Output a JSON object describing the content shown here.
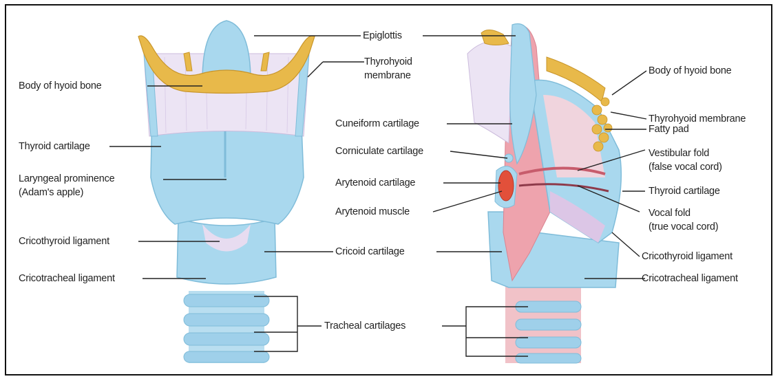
{
  "labels": {
    "epiglottis": "Epiglottis",
    "thyrohyoid_front_1": "Thyrohyoid",
    "thyrohyoid_front_2": "membrane",
    "body_hyoid_left": "Body of hyoid bone",
    "thyroid_cartilage_left": "Thyroid cartilage",
    "laryngeal_prominence_1": "Laryngeal prominence",
    "laryngeal_prominence_2": "(Adam's apple)",
    "cricothyroid_left": "Cricothyroid ligament",
    "cricotracheal_left": "Cricotracheal ligament",
    "cuneiform": "Cuneiform cartilage",
    "corniculate": "Corniculate cartilage",
    "arytenoid_cartilage": "Arytenoid cartilage",
    "arytenoid_muscle": "Arytenoid muscle",
    "cricoid": "Cricoid cartilage",
    "tracheal": "Tracheal cartilages",
    "body_hyoid_right": "Body of hyoid bone",
    "thyrohyoid_right": "Thyrohyoid membrane",
    "fatty_pad": "Fatty pad",
    "vestibular_1": "Vestibular fold",
    "vestibular_2": "(false vocal cord)",
    "thyroid_cartilage_right": "Thyroid cartilage",
    "vocal_fold_1": "Vocal fold",
    "vocal_fold_2": "(true vocal cord)",
    "cricothyroid_right": "Cricothyroid ligament",
    "cricotracheal_right": "Cricotracheal ligament"
  },
  "colors": {
    "cartilage": "#a9d8ee",
    "cartilage_edge": "#7fbcd9",
    "bone": "#e8b94a",
    "membrane": "#ece4f4",
    "mucosa": "#eea3ad",
    "muscle": "#e2503a",
    "frame": "#111111"
  }
}
